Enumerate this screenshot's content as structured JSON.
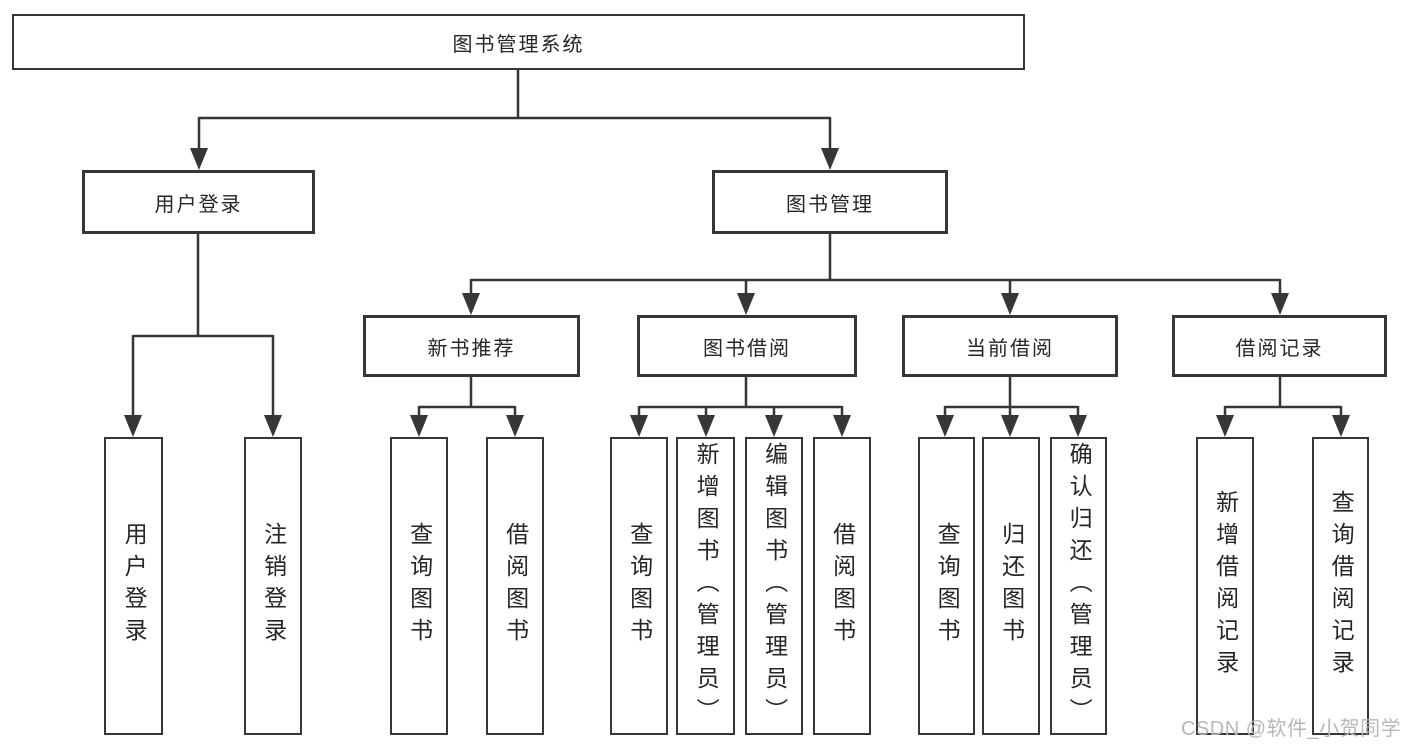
{
  "diagram": {
    "root": {
      "label": "图书管理系统"
    },
    "level2": [
      {
        "label": "用户登录"
      },
      {
        "label": "图书管理"
      }
    ],
    "level3": [
      {
        "label": "新书推荐"
      },
      {
        "label": "图书借阅"
      },
      {
        "label": "当前借阅"
      },
      {
        "label": "借阅记录"
      }
    ],
    "leaves": {
      "user_login": [
        "用户登录",
        "注销登录"
      ],
      "new_book_recommend": [
        "查询图书",
        "借阅图书"
      ],
      "book_borrow": [
        "查询图书",
        "新增图书（管理员）",
        "编辑图书（管理员）",
        "借阅图书"
      ],
      "current_borrow": [
        "查询图书",
        "归还图书",
        "确认归还（管理员）"
      ],
      "borrow_record": [
        "新增借阅记录",
        "查询借阅记录"
      ]
    }
  },
  "colors": {
    "line": "#363636",
    "text": "#262626",
    "background": "#ffffff",
    "watermark": "#bab7b7"
  },
  "watermark": {
    "text": "CSDN @软件_小贺同学"
  }
}
